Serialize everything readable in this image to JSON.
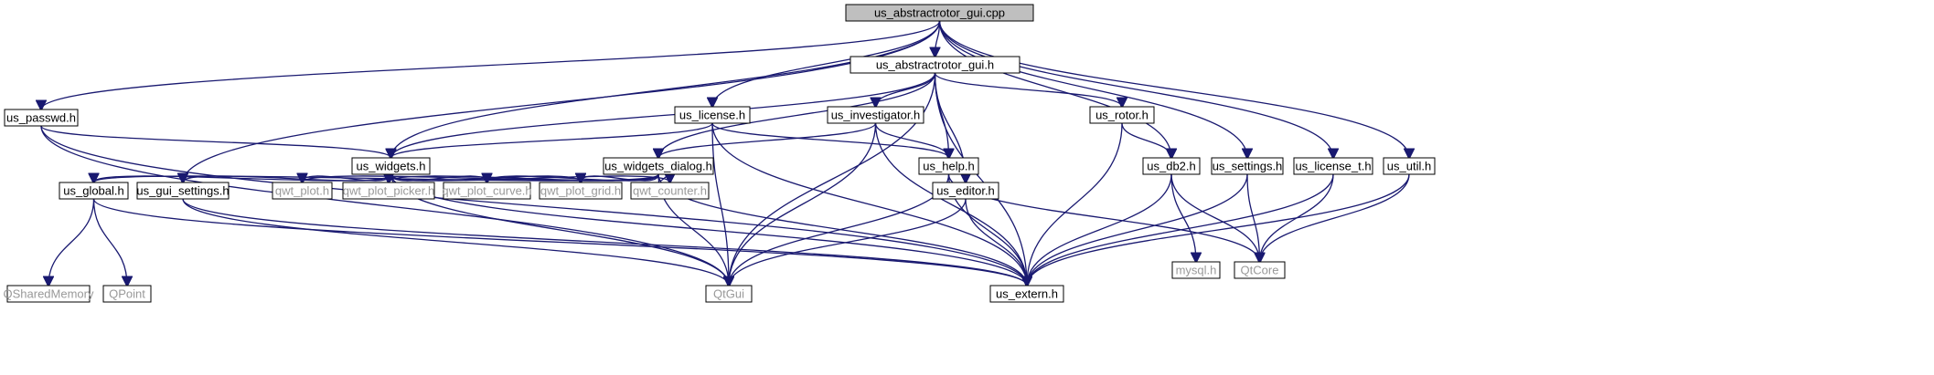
{
  "colors": {
    "edge": "#191970",
    "focus_fill": "#bfbfbf",
    "node_fill": "#ffffff",
    "node_border": "#000000",
    "external_text": "#999999",
    "external_border": "#bfbfbf"
  },
  "nodes": [
    {
      "id": "n_cpp",
      "label": "us_abstractrotor_gui.cpp",
      "kind": "focus"
    },
    {
      "id": "n_abs_h",
      "label": "us_abstractrotor_gui.h",
      "kind": "normal"
    },
    {
      "id": "n_passwd",
      "label": "us_passwd.h",
      "kind": "normal"
    },
    {
      "id": "n_license",
      "label": "us_license.h",
      "kind": "normal"
    },
    {
      "id": "n_investigator",
      "label": "us_investigator.h",
      "kind": "normal"
    },
    {
      "id": "n_rotor",
      "label": "us_rotor.h",
      "kind": "normal"
    },
    {
      "id": "n_widgets",
      "label": "us_widgets.h",
      "kind": "normal"
    },
    {
      "id": "n_widgets_dialog",
      "label": "us_widgets_dialog.h",
      "kind": "normal"
    },
    {
      "id": "n_help",
      "label": "us_help.h",
      "kind": "normal"
    },
    {
      "id": "n_db2",
      "label": "us_db2.h",
      "kind": "normal"
    },
    {
      "id": "n_settings",
      "label": "us_settings.h",
      "kind": "normal"
    },
    {
      "id": "n_license_t",
      "label": "us_license_t.h",
      "kind": "normal"
    },
    {
      "id": "n_util",
      "label": "us_util.h",
      "kind": "normal"
    },
    {
      "id": "n_global",
      "label": "us_global.h",
      "kind": "normal"
    },
    {
      "id": "n_gui_settings",
      "label": "us_gui_settings.h",
      "kind": "normal"
    },
    {
      "id": "n_qwt_plot",
      "label": "qwt_plot.h",
      "kind": "external"
    },
    {
      "id": "n_qwt_picker",
      "label": "qwt_plot_picker.h",
      "kind": "external"
    },
    {
      "id": "n_qwt_curve",
      "label": "qwt_plot_curve.h",
      "kind": "external"
    },
    {
      "id": "n_qwt_grid",
      "label": "qwt_plot_grid.h",
      "kind": "external"
    },
    {
      "id": "n_qwt_counter",
      "label": "qwt_counter.h",
      "kind": "external"
    },
    {
      "id": "n_editor",
      "label": "us_editor.h",
      "kind": "normal"
    },
    {
      "id": "n_mysql",
      "label": "mysql.h",
      "kind": "external"
    },
    {
      "id": "n_qtcore",
      "label": "QtCore",
      "kind": "external"
    },
    {
      "id": "n_qshared",
      "label": "QSharedMemory",
      "kind": "external"
    },
    {
      "id": "n_qpoint",
      "label": "QPoint",
      "kind": "external"
    },
    {
      "id": "n_qtgui",
      "label": "QtGui",
      "kind": "external"
    },
    {
      "id": "n_extern",
      "label": "us_extern.h",
      "kind": "normal"
    }
  ],
  "edges": [
    [
      "n_cpp",
      "n_abs_h"
    ],
    [
      "n_cpp",
      "n_passwd"
    ],
    [
      "n_cpp",
      "n_license"
    ],
    [
      "n_cpp",
      "n_widgets"
    ],
    [
      "n_cpp",
      "n_gui_settings"
    ],
    [
      "n_cpp",
      "n_db2"
    ],
    [
      "n_cpp",
      "n_settings"
    ],
    [
      "n_cpp",
      "n_license_t"
    ],
    [
      "n_cpp",
      "n_util"
    ],
    [
      "n_abs_h",
      "n_widgets"
    ],
    [
      "n_abs_h",
      "n_widgets_dialog"
    ],
    [
      "n_abs_h",
      "n_investigator"
    ],
    [
      "n_abs_h",
      "n_help"
    ],
    [
      "n_abs_h",
      "n_rotor"
    ],
    [
      "n_abs_h",
      "n_editor"
    ],
    [
      "n_abs_h",
      "n_qtgui"
    ],
    [
      "n_abs_h",
      "n_extern"
    ],
    [
      "n_passwd",
      "n_widgets"
    ],
    [
      "n_passwd",
      "n_extern"
    ],
    [
      "n_passwd",
      "n_qtgui"
    ],
    [
      "n_license",
      "n_widgets"
    ],
    [
      "n_license",
      "n_help"
    ],
    [
      "n_license",
      "n_extern"
    ],
    [
      "n_license",
      "n_qtgui"
    ],
    [
      "n_investigator",
      "n_widgets_dialog"
    ],
    [
      "n_investigator",
      "n_help"
    ],
    [
      "n_investigator",
      "n_qtgui"
    ],
    [
      "n_investigator",
      "n_extern"
    ],
    [
      "n_rotor",
      "n_db2"
    ],
    [
      "n_rotor",
      "n_extern"
    ],
    [
      "n_widgets",
      "n_global"
    ],
    [
      "n_widgets",
      "n_gui_settings"
    ],
    [
      "n_widgets",
      "n_qwt_plot"
    ],
    [
      "n_widgets",
      "n_qwt_picker"
    ],
    [
      "n_widgets",
      "n_qwt_curve"
    ],
    [
      "n_widgets",
      "n_qwt_grid"
    ],
    [
      "n_widgets",
      "n_qwt_counter"
    ],
    [
      "n_widgets",
      "n_qtgui"
    ],
    [
      "n_widgets",
      "n_extern"
    ],
    [
      "n_widgets_dialog",
      "n_global"
    ],
    [
      "n_widgets_dialog",
      "n_qwt_plot"
    ],
    [
      "n_widgets_dialog",
      "n_qwt_picker"
    ],
    [
      "n_widgets_dialog",
      "n_qwt_curve"
    ],
    [
      "n_widgets_dialog",
      "n_qwt_grid"
    ],
    [
      "n_widgets_dialog",
      "n_qwt_counter"
    ],
    [
      "n_widgets_dialog",
      "n_qtgui"
    ],
    [
      "n_widgets_dialog",
      "n_extern"
    ],
    [
      "n_help",
      "n_qtgui"
    ],
    [
      "n_help",
      "n_extern"
    ],
    [
      "n_help",
      "n_qtcore"
    ],
    [
      "n_db2",
      "n_mysql"
    ],
    [
      "n_db2",
      "n_qtcore"
    ],
    [
      "n_db2",
      "n_extern"
    ],
    [
      "n_settings",
      "n_qtcore"
    ],
    [
      "n_settings",
      "n_extern"
    ],
    [
      "n_license_t",
      "n_qtcore"
    ],
    [
      "n_license_t",
      "n_extern"
    ],
    [
      "n_util",
      "n_qtcore"
    ],
    [
      "n_util",
      "n_extern"
    ],
    [
      "n_global",
      "n_qshared"
    ],
    [
      "n_global",
      "n_qpoint"
    ],
    [
      "n_global",
      "n_extern"
    ],
    [
      "n_gui_settings",
      "n_qtgui"
    ],
    [
      "n_gui_settings",
      "n_extern"
    ],
    [
      "n_editor",
      "n_qtgui"
    ],
    [
      "n_editor",
      "n_extern"
    ]
  ]
}
